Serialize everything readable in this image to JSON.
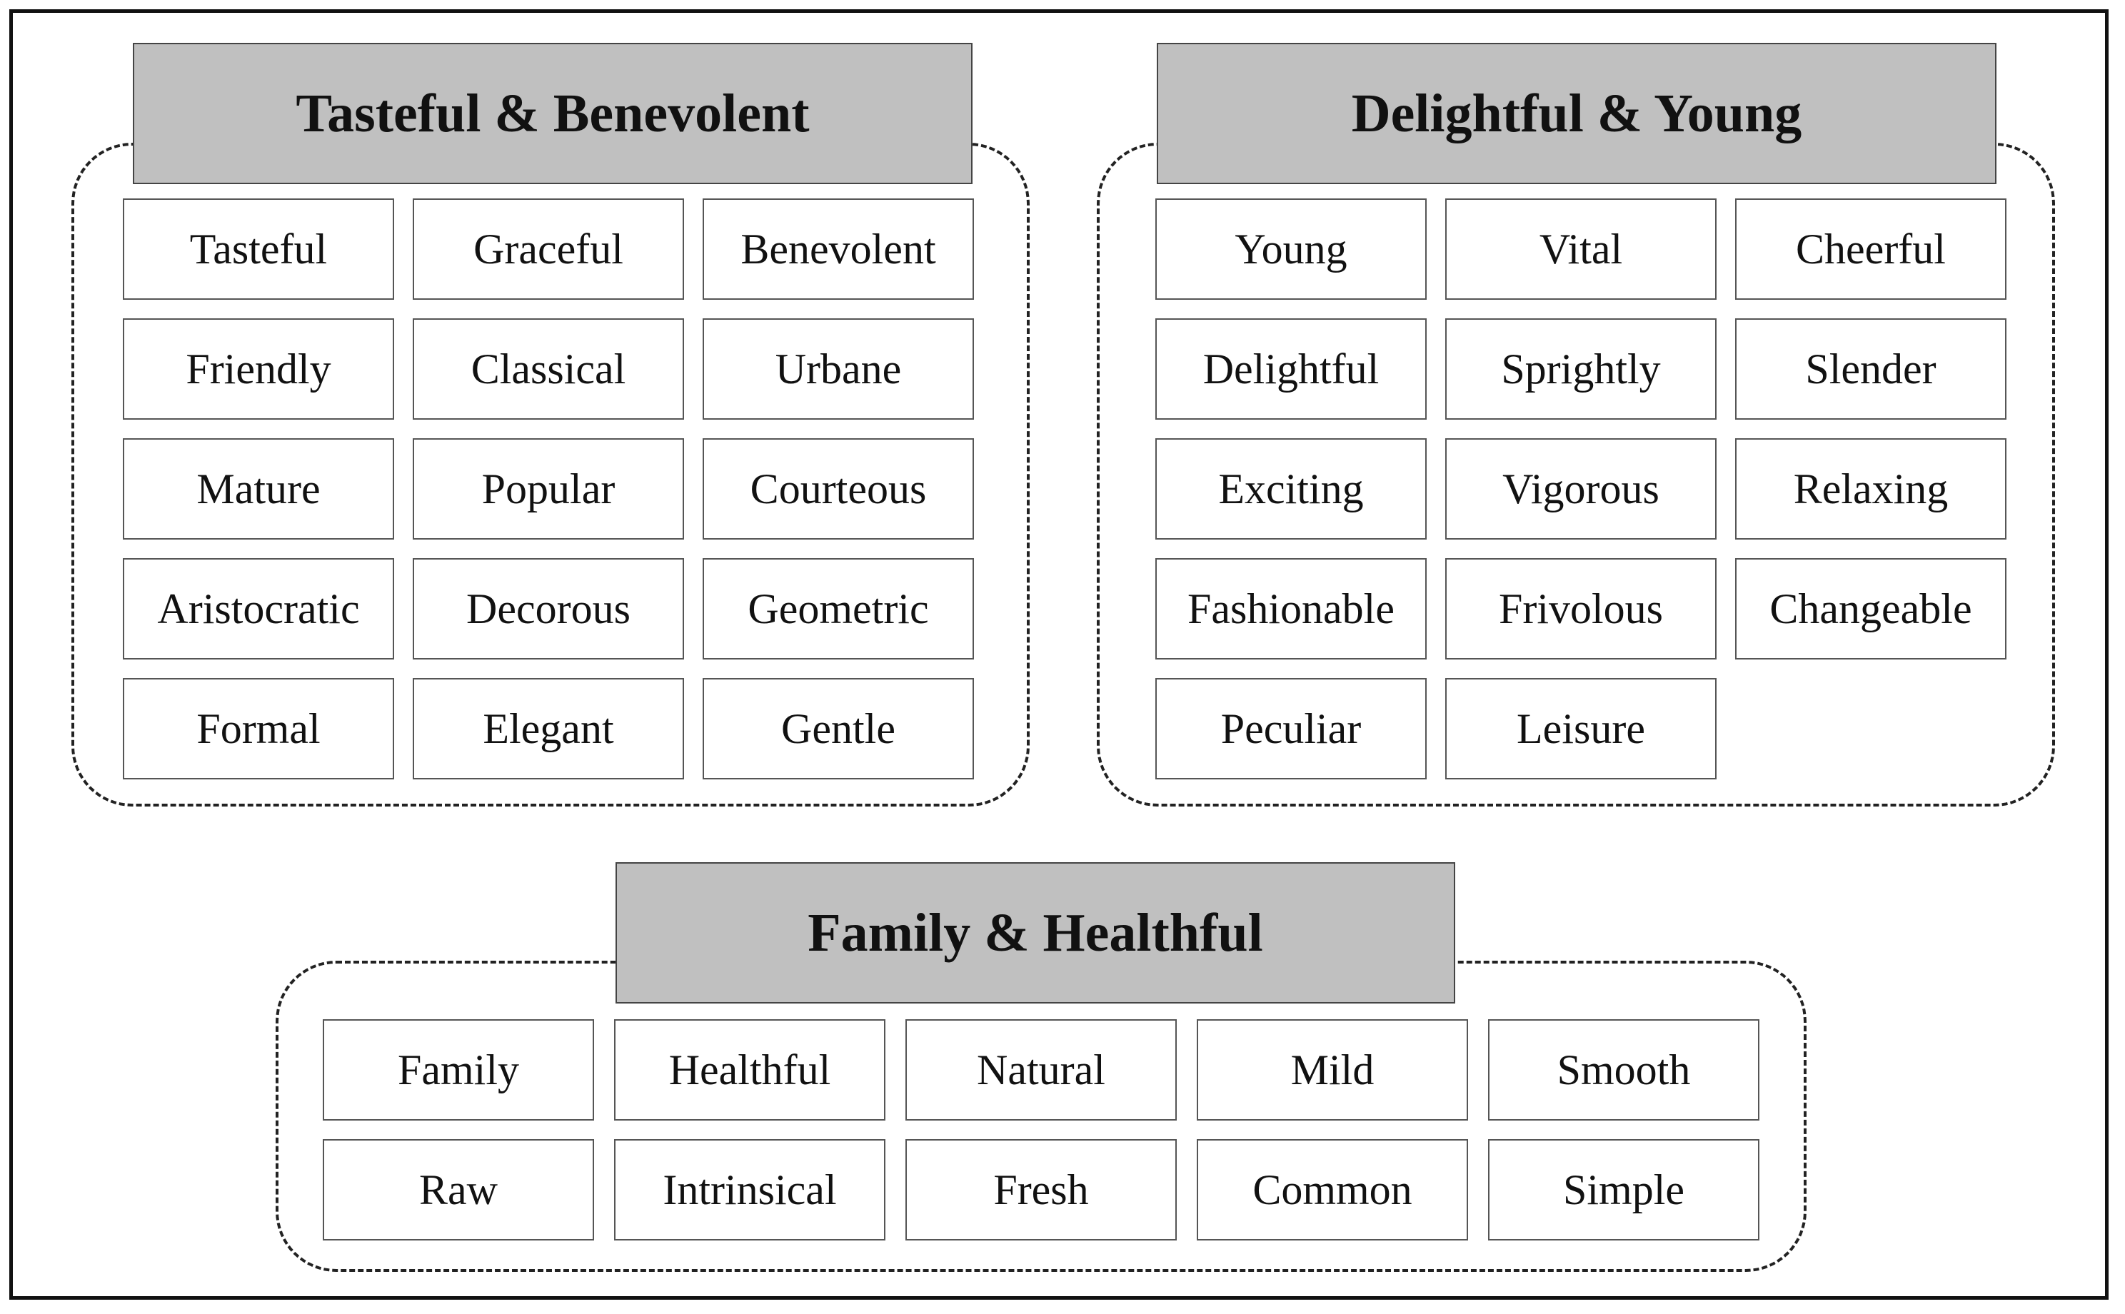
{
  "groups": [
    {
      "title": "Tasteful & Benevolent",
      "items": [
        "Tasteful",
        "Graceful",
        "Benevolent",
        "Friendly",
        "Classical",
        "Urbane",
        "Mature",
        "Popular",
        "Courteous",
        "Aristocratic",
        "Decorous",
        "Geometric",
        "Formal",
        "Elegant",
        "Gentle"
      ]
    },
    {
      "title": "Delightful & Young",
      "items": [
        "Young",
        "Vital",
        "Cheerful",
        "Delightful",
        "Sprightly",
        "Slender",
        "Exciting",
        "Vigorous",
        "Relaxing",
        "Fashionable",
        "Frivolous",
        "Changeable",
        "Peculiar",
        "Leisure"
      ]
    },
    {
      "title": "Family & Healthful",
      "items": [
        "Family",
        "Healthful",
        "Natural",
        "Mild",
        "Smooth",
        "Raw",
        "Intrinsical",
        "Fresh",
        "Common",
        "Simple"
      ]
    }
  ]
}
